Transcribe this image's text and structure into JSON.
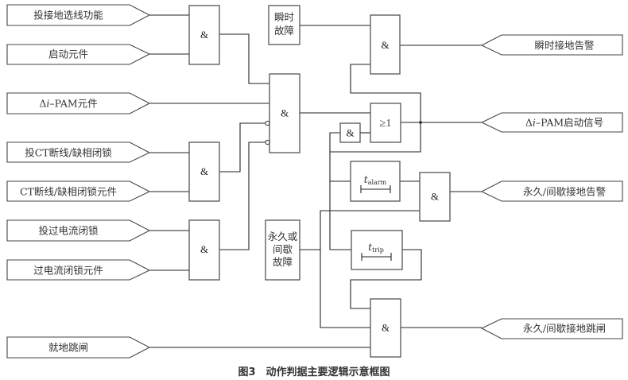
{
  "diagram": {
    "inputs": {
      "fault_line_selection_enable": "投接地选线功能",
      "start_element": "启动元件",
      "delta_i_pam_element": {
        "delta": "Δ",
        "var": "i",
        "rest": "–PAM元件"
      },
      "ct_break_phase_loss_block_enable": "投CT断线/缺相闭锁",
      "ct_break_phase_loss_block_element": "CT断线/缺相闭锁元件",
      "overcurrent_block_enable": "投过电流闭锁",
      "overcurrent_block_element": "过电流闭锁元件",
      "local_trip": "就地跳闸"
    },
    "outputs": {
      "instant_ground_alarm": "瞬时接地告警",
      "delta_i_pam_start_signal": {
        "delta": "Δ",
        "var": "i",
        "rest": "–PAM启动信号"
      },
      "permanent_intermittent_ground_alarm": "永久/间歇接地告警",
      "permanent_intermittent_ground_trip": "永久/间歇接地跳闸"
    },
    "blocks": {
      "instant_fault": [
        "瞬时",
        "故障"
      ],
      "permanent_or_intermittent_fault": [
        "永久或",
        "间歇",
        "故障"
      ]
    },
    "gates": {
      "and_symbol": "&",
      "or_symbol": "≥1"
    },
    "timers": {
      "alarm": {
        "var": "t",
        "sub": "alarm"
      },
      "trip": {
        "var": "t",
        "sub": "trip"
      }
    },
    "caption": "图3　动作判据主要逻辑示意框图"
  }
}
